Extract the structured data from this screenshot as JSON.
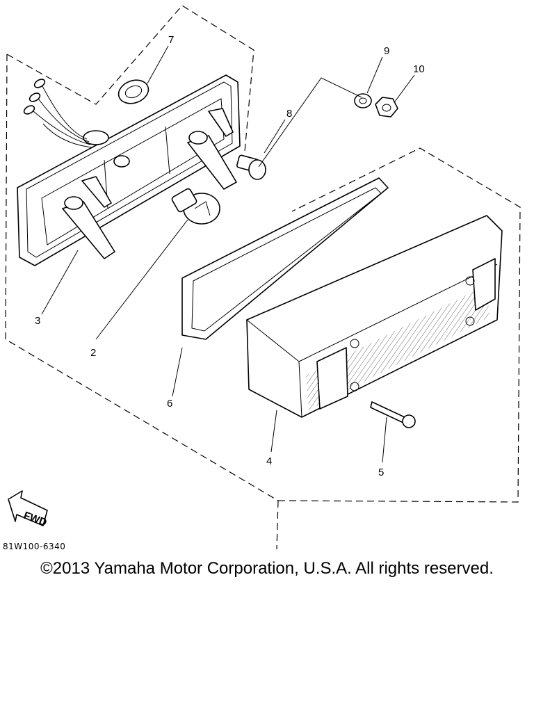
{
  "callouts": {
    "c1": "2",
    "c2": "3",
    "c3": "4",
    "c4": "5",
    "c5": "6",
    "c6": "7",
    "c7": "8",
    "c8": "9",
    "c9": "10"
  },
  "fwd_label": "FWD",
  "diagram_code": "81W100-6340",
  "copyright": "©2013 Yamaha Motor Corporation, U.S.A. All rights reserved."
}
